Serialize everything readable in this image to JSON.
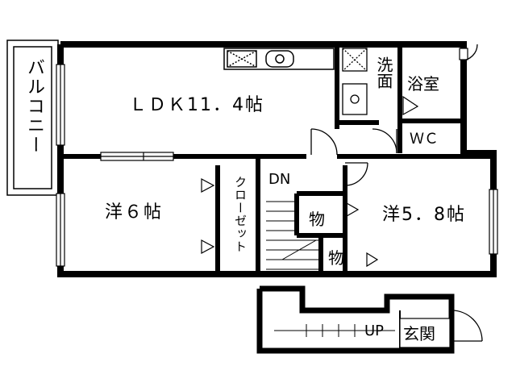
{
  "rooms": {
    "ldk": "ＬＤＫ11．4帖",
    "balcony": "バルコニー",
    "washroom": "洗面",
    "bath": "浴室",
    "wc": "ＷＣ",
    "western_a": "洋６帖",
    "closet": "クローゼット",
    "down": "DN",
    "storage_a": "物",
    "storage_b": "物",
    "western_b": "洋5．8帖",
    "up": "UP",
    "entrance": "玄関"
  }
}
